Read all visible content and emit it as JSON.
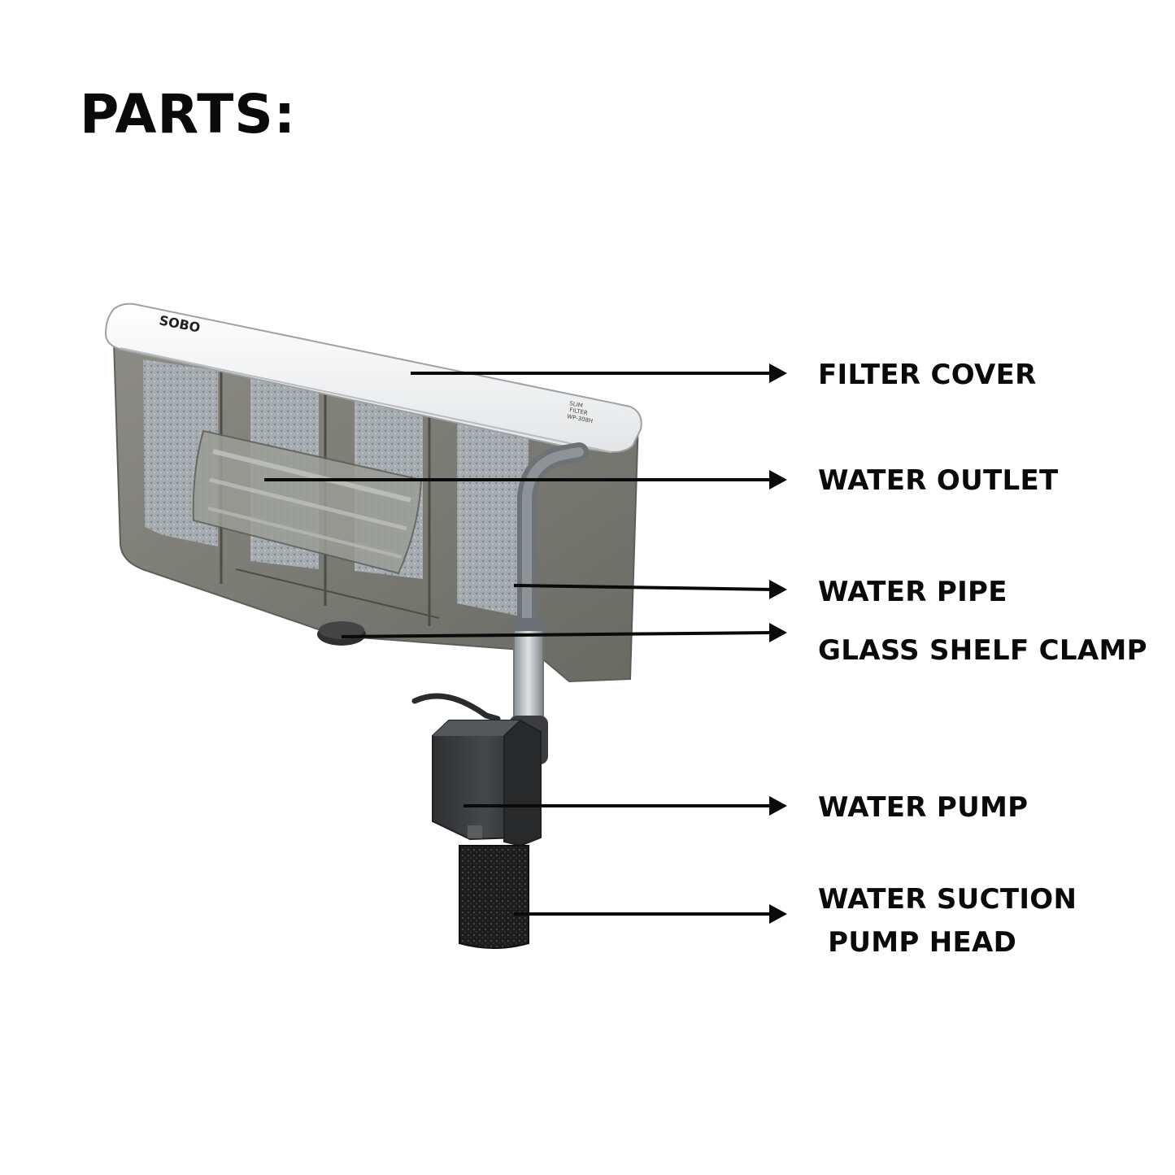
{
  "title": "PARTS:",
  "brand": "SOBO",
  "model_badge": [
    "SLIM",
    "FILTER",
    "WP-308H"
  ],
  "colors": {
    "text": "#0a0a0a",
    "cover": "#f2f3f4",
    "housing": "#7d7d76",
    "media": "#a9b0b5",
    "pump": "#3b3d3f",
    "sponge": "#1e1e1e"
  },
  "callouts": [
    {
      "id": "filter-cover",
      "label": "FILTER COVER"
    },
    {
      "id": "water-outlet",
      "label": "WATER OUTLET"
    },
    {
      "id": "water-pipe",
      "label": "WATER PIPE"
    },
    {
      "id": "glass-shelf-clamp",
      "label": "GLASS SHELF CLAMP"
    },
    {
      "id": "water-pump",
      "label": "WATER PUMP"
    },
    {
      "id": "water-suction-pump-head",
      "label": "WATER SUCTION\n PUMP HEAD"
    }
  ]
}
